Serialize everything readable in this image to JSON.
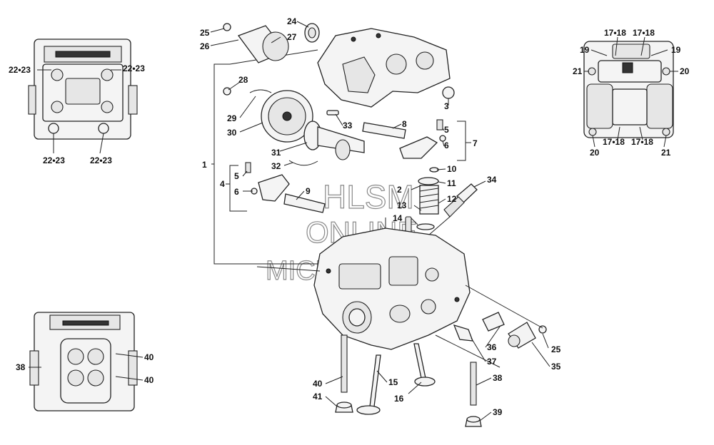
{
  "watermark": {
    "line1": "HLSM",
    "line2": "ONLINE",
    "line3": "MICROFICHE"
  },
  "colors": {
    "ink": "#111111",
    "fill": "#f4f4f4",
    "watermark": "#8a8a8a"
  },
  "callouts": {
    "c1": "1",
    "c2": "2",
    "c3": "3",
    "c4": "4",
    "c5a": "5",
    "c5b": "5",
    "c6a": "6",
    "c6b": "6",
    "c7": "7",
    "c8": "8",
    "c9": "9",
    "c10": "10",
    "c11": "11",
    "c12": "12",
    "c13": "13",
    "c14": "14",
    "c15": "15",
    "c16": "16",
    "c22a": "22•23",
    "c22b": "22•23",
    "c22c": "22•23",
    "c22d": "22•23",
    "c24": "24",
    "c25a": "25",
    "c25b": "25",
    "c26": "26",
    "c27": "27",
    "c28": "28",
    "c29": "29",
    "c30": "30",
    "c31": "31",
    "c32": "32",
    "c33": "33",
    "c34": "34",
    "c35": "35",
    "c36": "36",
    "c37": "37",
    "c38a": "38",
    "c38b": "38",
    "c39": "39",
    "c40a": "40",
    "c40b": "40",
    "c40c": "40",
    "c41": "41",
    "c1718a": "17•18",
    "c1718b": "17•18",
    "c1718c": "17•18",
    "c1718d": "17•18",
    "c19a": "19",
    "c19b": "19",
    "c20a": "20",
    "c20b": "20",
    "c21a": "21",
    "c21b": "21"
  }
}
